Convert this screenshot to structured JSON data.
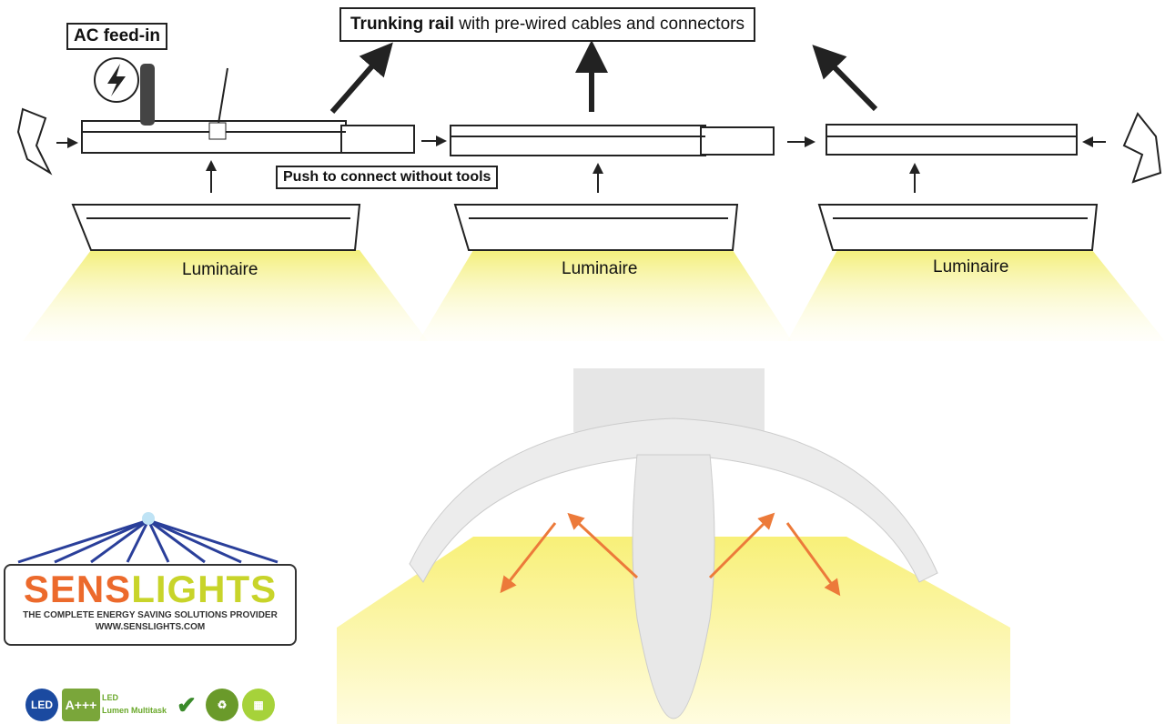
{
  "labels": {
    "ac_feed": "AC feed-in",
    "trunking_bold": "Trunking rail",
    "trunking_rest": " with pre-wired cables and connectors",
    "push": "Push to connect without tools",
    "luminaires": [
      "Luminaire",
      "Luminaire",
      "Luminaire"
    ]
  },
  "logo": {
    "brand_left": "SENS",
    "brand_right": "LIGHTS",
    "tagline": "THE COMPLETE ENERGY SAVING SOLUTIONS PROVIDER",
    "url": "WWW.SENSLIGHTS.COM",
    "colors": {
      "orange": "#ec6a2c",
      "yellow": "#c8d42a",
      "blue": "#2a3f9a"
    }
  },
  "badges": {
    "led": "LED",
    "energy": "A+++",
    "lumen_top": "LED",
    "lumen_bottom": "Lumen Multitask"
  },
  "colors": {
    "glow": "#f7f29a",
    "arrow": "#ec7a3a"
  }
}
